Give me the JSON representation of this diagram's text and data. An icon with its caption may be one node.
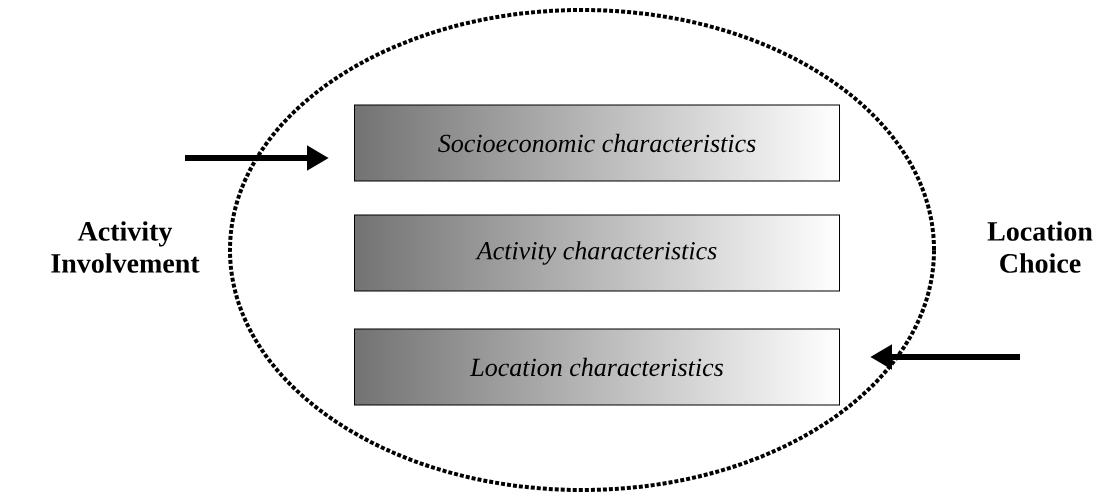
{
  "diagram": {
    "nodes": [
      {
        "text": [],
        "shape": "ellipse"
      },
      {
        "text": [
          "Socioeconomic characteristics"
        ],
        "in": 0
      },
      {
        "text": [
          "Activity characteristics"
        ],
        "in": 0
      },
      {
        "text": [
          "Location characteristics"
        ],
        "in": 0
      }
    ],
    "edges": [
      {
        "from": null,
        "to": 1,
        "arrow": "to"
      },
      {
        "from": null,
        "to": 3,
        "arrow": "to"
      }
    ],
    "labels": [
      "Activity Involvement",
      "Location Choice"
    ]
  }
}
